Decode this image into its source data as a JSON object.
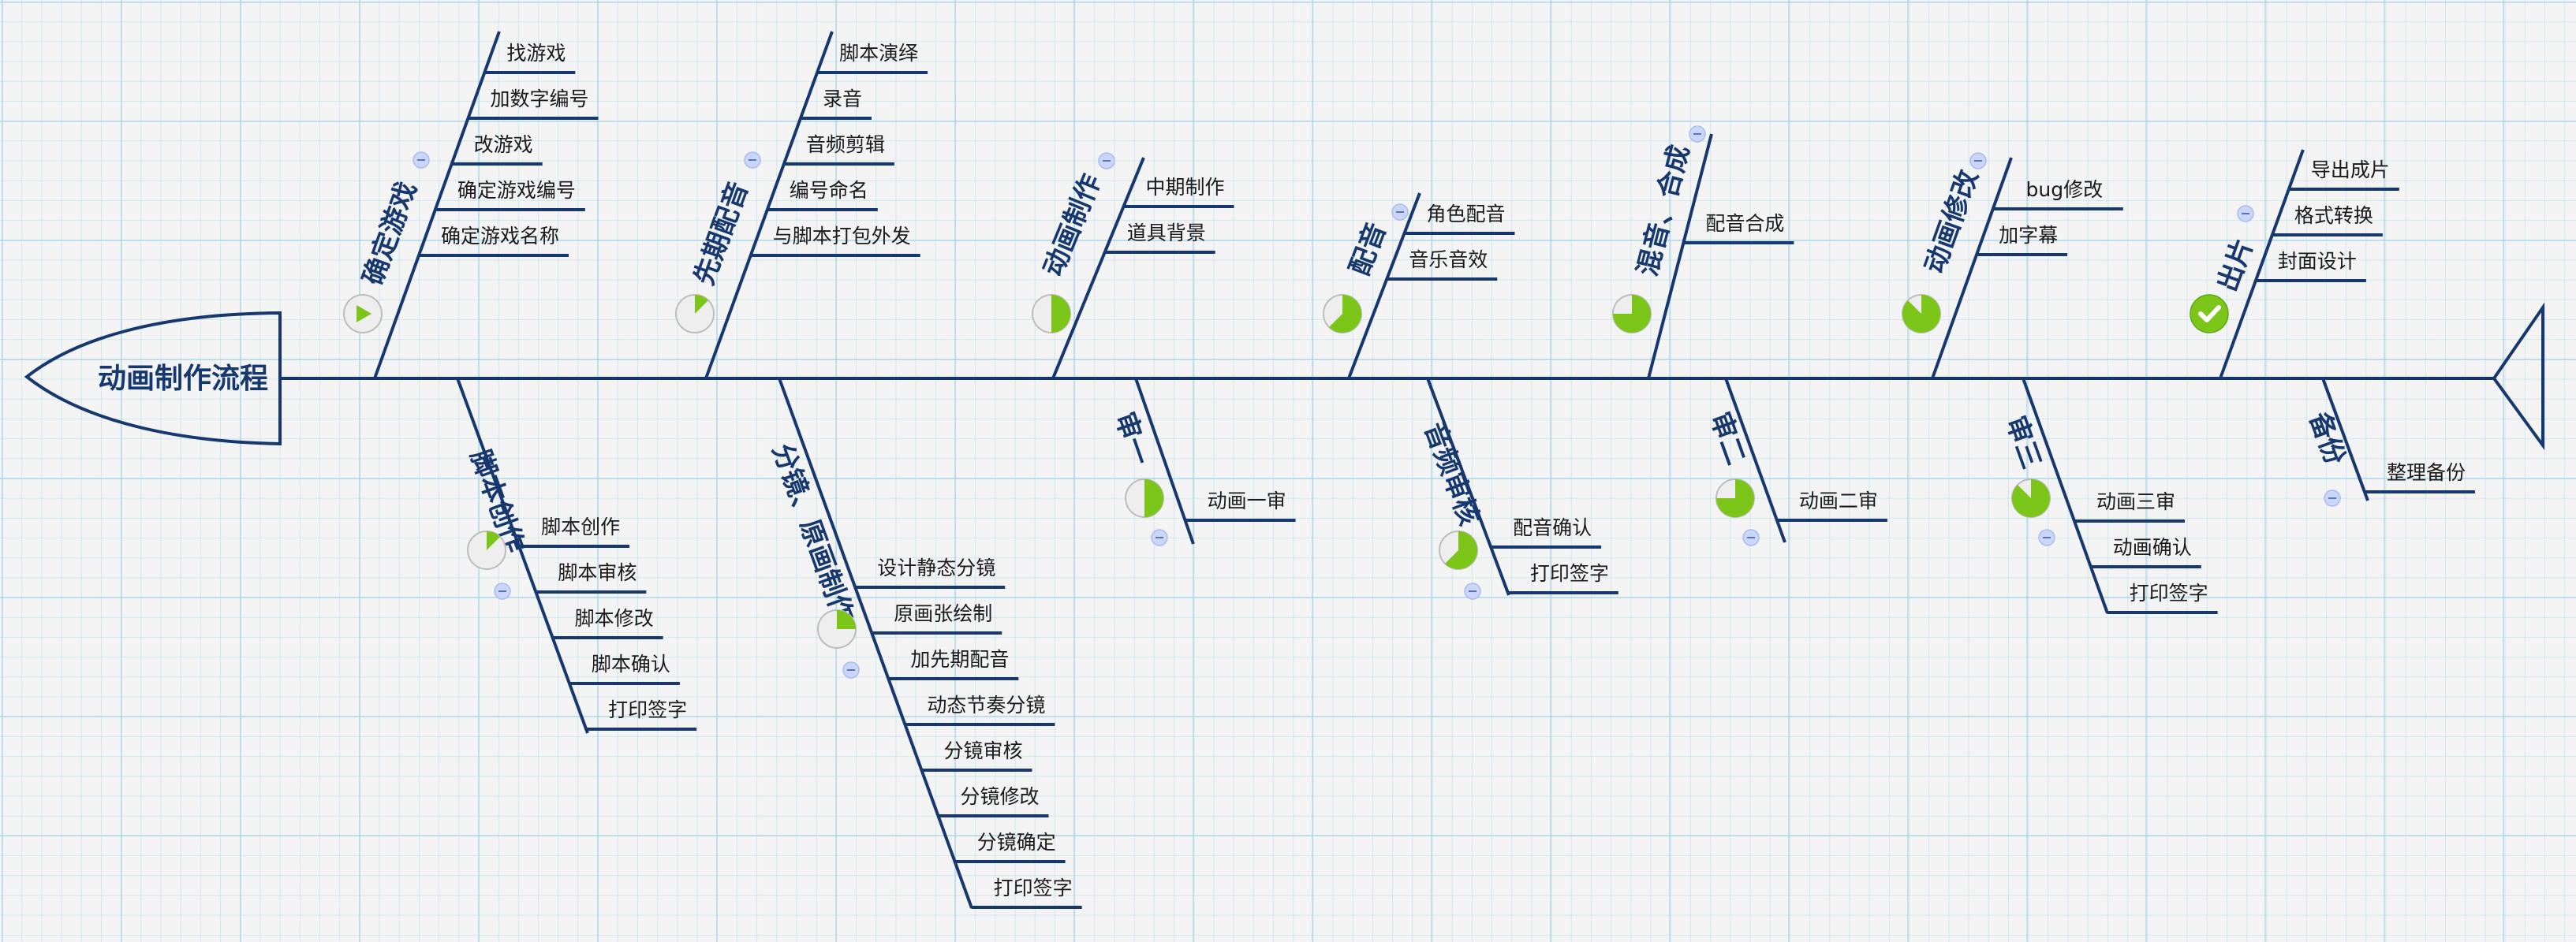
{
  "title": "动画制作流程",
  "colors": {
    "bone": "#17386f",
    "progress_fill": "#7cc61a",
    "progress_empty": "#eeeeee",
    "collapse_button": "#c9d6f7"
  },
  "top_branches": [
    {
      "label": "确定游戏",
      "status": "start",
      "progress": 0,
      "items": [
        "找游戏",
        "加数字编号",
        "改游戏",
        "确定游戏编号",
        "确定游戏名称"
      ]
    },
    {
      "label": "先期配音",
      "status": "progress",
      "progress": 0.125,
      "items": [
        "脚本演绎",
        "录音",
        "音频剪辑",
        "编号命名",
        "与脚本打包外发"
      ]
    },
    {
      "label": "动画制作",
      "status": "progress",
      "progress": 0.5,
      "items": [
        "中期制作",
        "道具背景"
      ]
    },
    {
      "label": "配音",
      "status": "progress",
      "progress": 0.625,
      "items": [
        "角色配音",
        "音乐音效"
      ]
    },
    {
      "label": "混音、合成",
      "status": "progress",
      "progress": 0.75,
      "items": [
        "配音合成"
      ]
    },
    {
      "label": "动画修改",
      "status": "progress",
      "progress": 0.875,
      "items": [
        "bug修改",
        "加字幕"
      ]
    },
    {
      "label": "出片",
      "status": "done",
      "progress": 1,
      "items": [
        "导出成片",
        "格式转换",
        "封面设计"
      ]
    }
  ],
  "bottom_branches": [
    {
      "label": "脚本创作",
      "status": "progress",
      "progress": 0.125,
      "items": [
        "脚本创作",
        "脚本审核",
        "脚本修改",
        "脚本确认",
        "打印签字"
      ]
    },
    {
      "label": "分镜、原画制作",
      "status": "progress",
      "progress": 0.25,
      "items": [
        "设计静态分镜",
        "原画张绘制",
        "加先期配音",
        "动态节奏分镜",
        "分镜审核",
        "分镜修改",
        "分镜确定",
        "打印签字"
      ]
    },
    {
      "label": "审一",
      "status": "progress",
      "progress": 0.5,
      "items": [
        "动画一审"
      ]
    },
    {
      "label": "音频审核",
      "status": "progress",
      "progress": 0.625,
      "items": [
        "配音确认",
        "打印签字"
      ]
    },
    {
      "label": "审二",
      "status": "progress",
      "progress": 0.75,
      "items": [
        "动画二审"
      ]
    },
    {
      "label": "审三",
      "status": "progress",
      "progress": 0.875,
      "items": [
        "动画三审",
        "动画确认",
        "打印签字"
      ]
    },
    {
      "label": "备份",
      "status": "none",
      "progress": null,
      "items": [
        "整理备份"
      ]
    }
  ]
}
